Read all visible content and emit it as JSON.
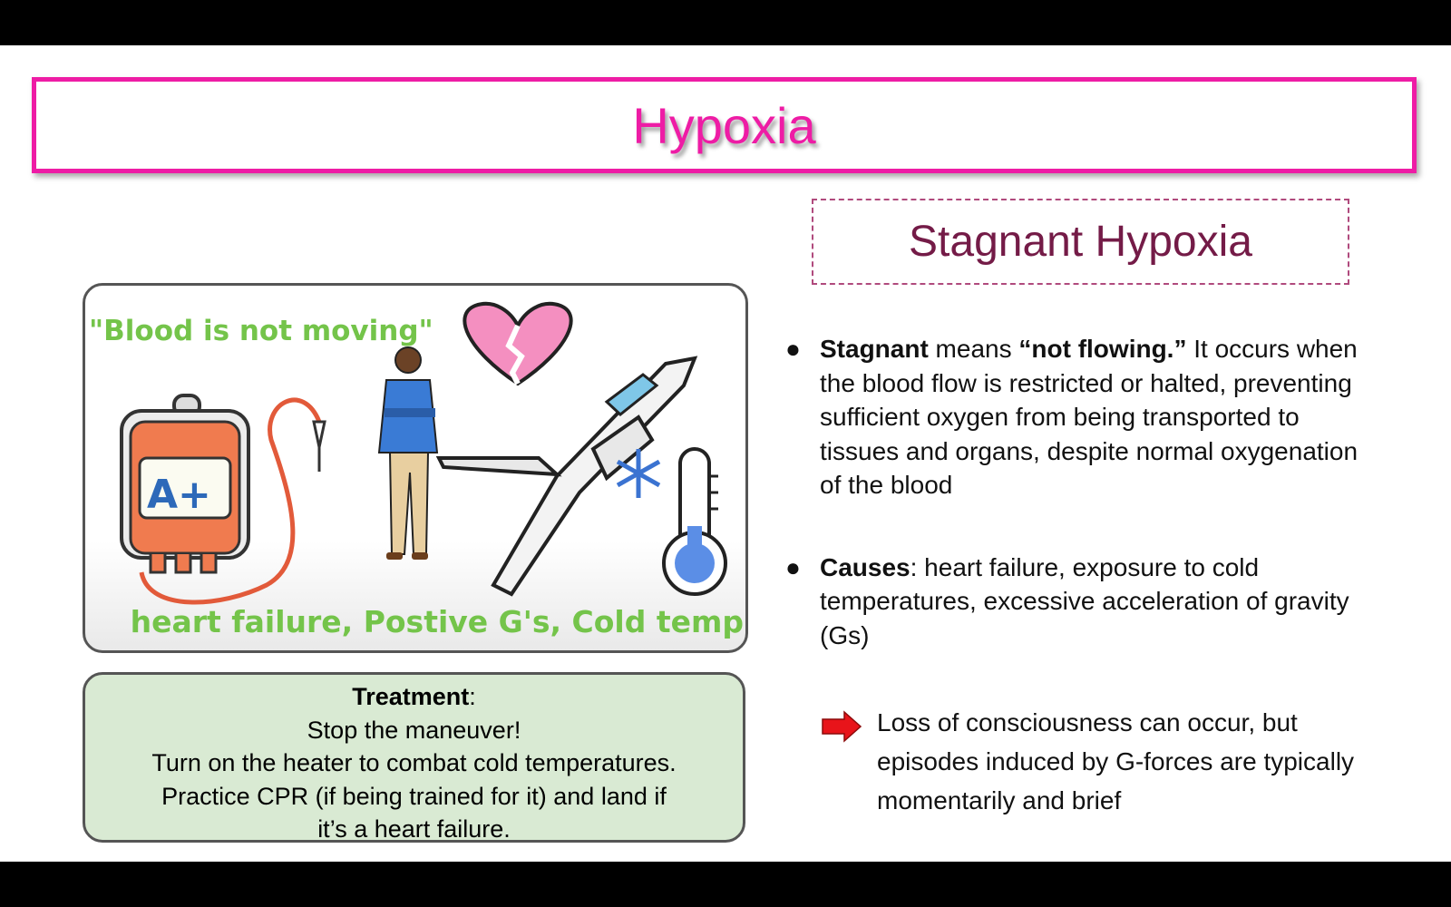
{
  "slide": {
    "title": "Hypoxia",
    "subtitle": "Stagnant Hypoxia"
  },
  "illustration": {
    "quote": "\"Blood is not moving\"",
    "caption": "heart failure, Postive G's, Cold temp",
    "blood_type": "A+",
    "icons": [
      "blood-bag-icon",
      "person-icon",
      "broken-heart-icon",
      "jet-icon",
      "snowflake-icon",
      "thermometer-icon"
    ]
  },
  "treatment": {
    "heading": "Treatment",
    "heading_suffix": ":",
    "lines": [
      "Stop the maneuver!",
      "Turn on the heater to combat cold temperatures.",
      "Practice CPR (if being trained for it) and land if",
      "it’s a heart failure."
    ]
  },
  "bullets": [
    {
      "bold1": "Stagnant",
      "text1": " means ",
      "bold2": "“not flowing.”",
      "text2": " It occurs when the blood flow is restricted or halted, preventing sufficient oxygen from being transported to tissues and organs, despite normal oxygenation of the blood"
    },
    {
      "bold1": "Causes",
      "text1": ": heart failure, exposure to cold temperatures, excessive acceleration of gravity (Gs)"
    }
  ],
  "note": {
    "text": "Loss of consciousness can occur, but episodes induced by G-forces are typically momentarily and brief",
    "icon": "right-arrow-icon"
  },
  "colors": {
    "title": "#ee1ca5",
    "subtitle": "#741b47",
    "illustration_text": "#74c44a",
    "treatment_bg": "#d9ead3",
    "arrow": "#e8141a"
  }
}
